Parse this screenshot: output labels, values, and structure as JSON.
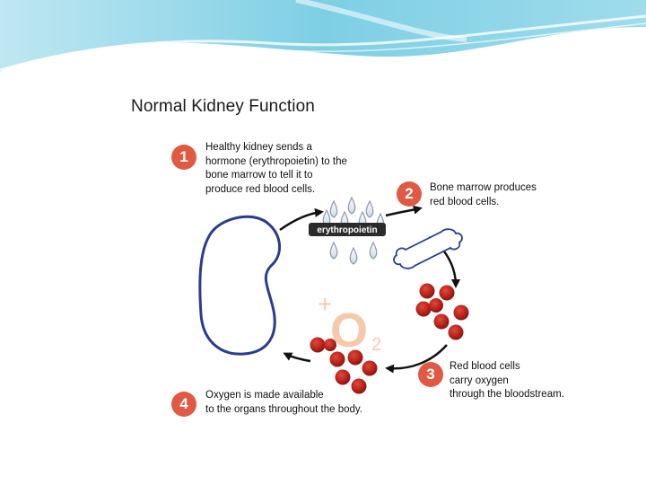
{
  "figure": {
    "title": "Normal Kidney Function",
    "hormone_label": "erythropoietin",
    "oxygen": {
      "symbol": "O",
      "subscript": "2",
      "plus": "+"
    },
    "steps": [
      {
        "number": "1",
        "text": "Healthy kidney sends a\nhormone (erythropoietin) to the\nbone marrow to tell it to\nproduce red blood cells."
      },
      {
        "number": "2",
        "text": "Bone marrow produces\nred blood cells."
      },
      {
        "number": "3",
        "text": "Red blood cells\ncarry oxygen\nthrough the bloodstream."
      },
      {
        "number": "4",
        "text": "Oxygen is made available\nto the organs throughout the body."
      }
    ]
  },
  "colors": {
    "badge": "#e05a43",
    "red_cell": "#c0281c",
    "kidney_outline": "#2a3c8f",
    "arrow": "#111111",
    "oxygen": "#f7c9ac",
    "banner": "#7ecfe4"
  }
}
